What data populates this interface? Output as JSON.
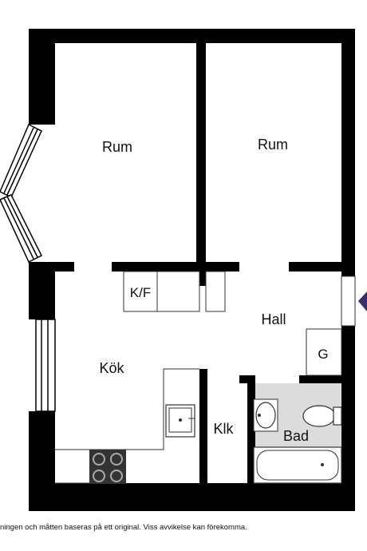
{
  "plan": {
    "rooms": {
      "rum_left": "Rum",
      "rum_right": "Rum",
      "kok": "Kök",
      "hall": "Hall",
      "klk": "Klk",
      "bad": "Bad"
    },
    "fixtures": {
      "kf": "K/F",
      "g": "G"
    },
    "colors": {
      "wall": "#000000",
      "bathroom_floor": "#dcdcdc",
      "entrance_marker": "#3d2c6b"
    }
  },
  "footer": {
    "disclaimer": "ningen och måtten baseras på ett original. Viss avvikelse kan förekomma."
  }
}
